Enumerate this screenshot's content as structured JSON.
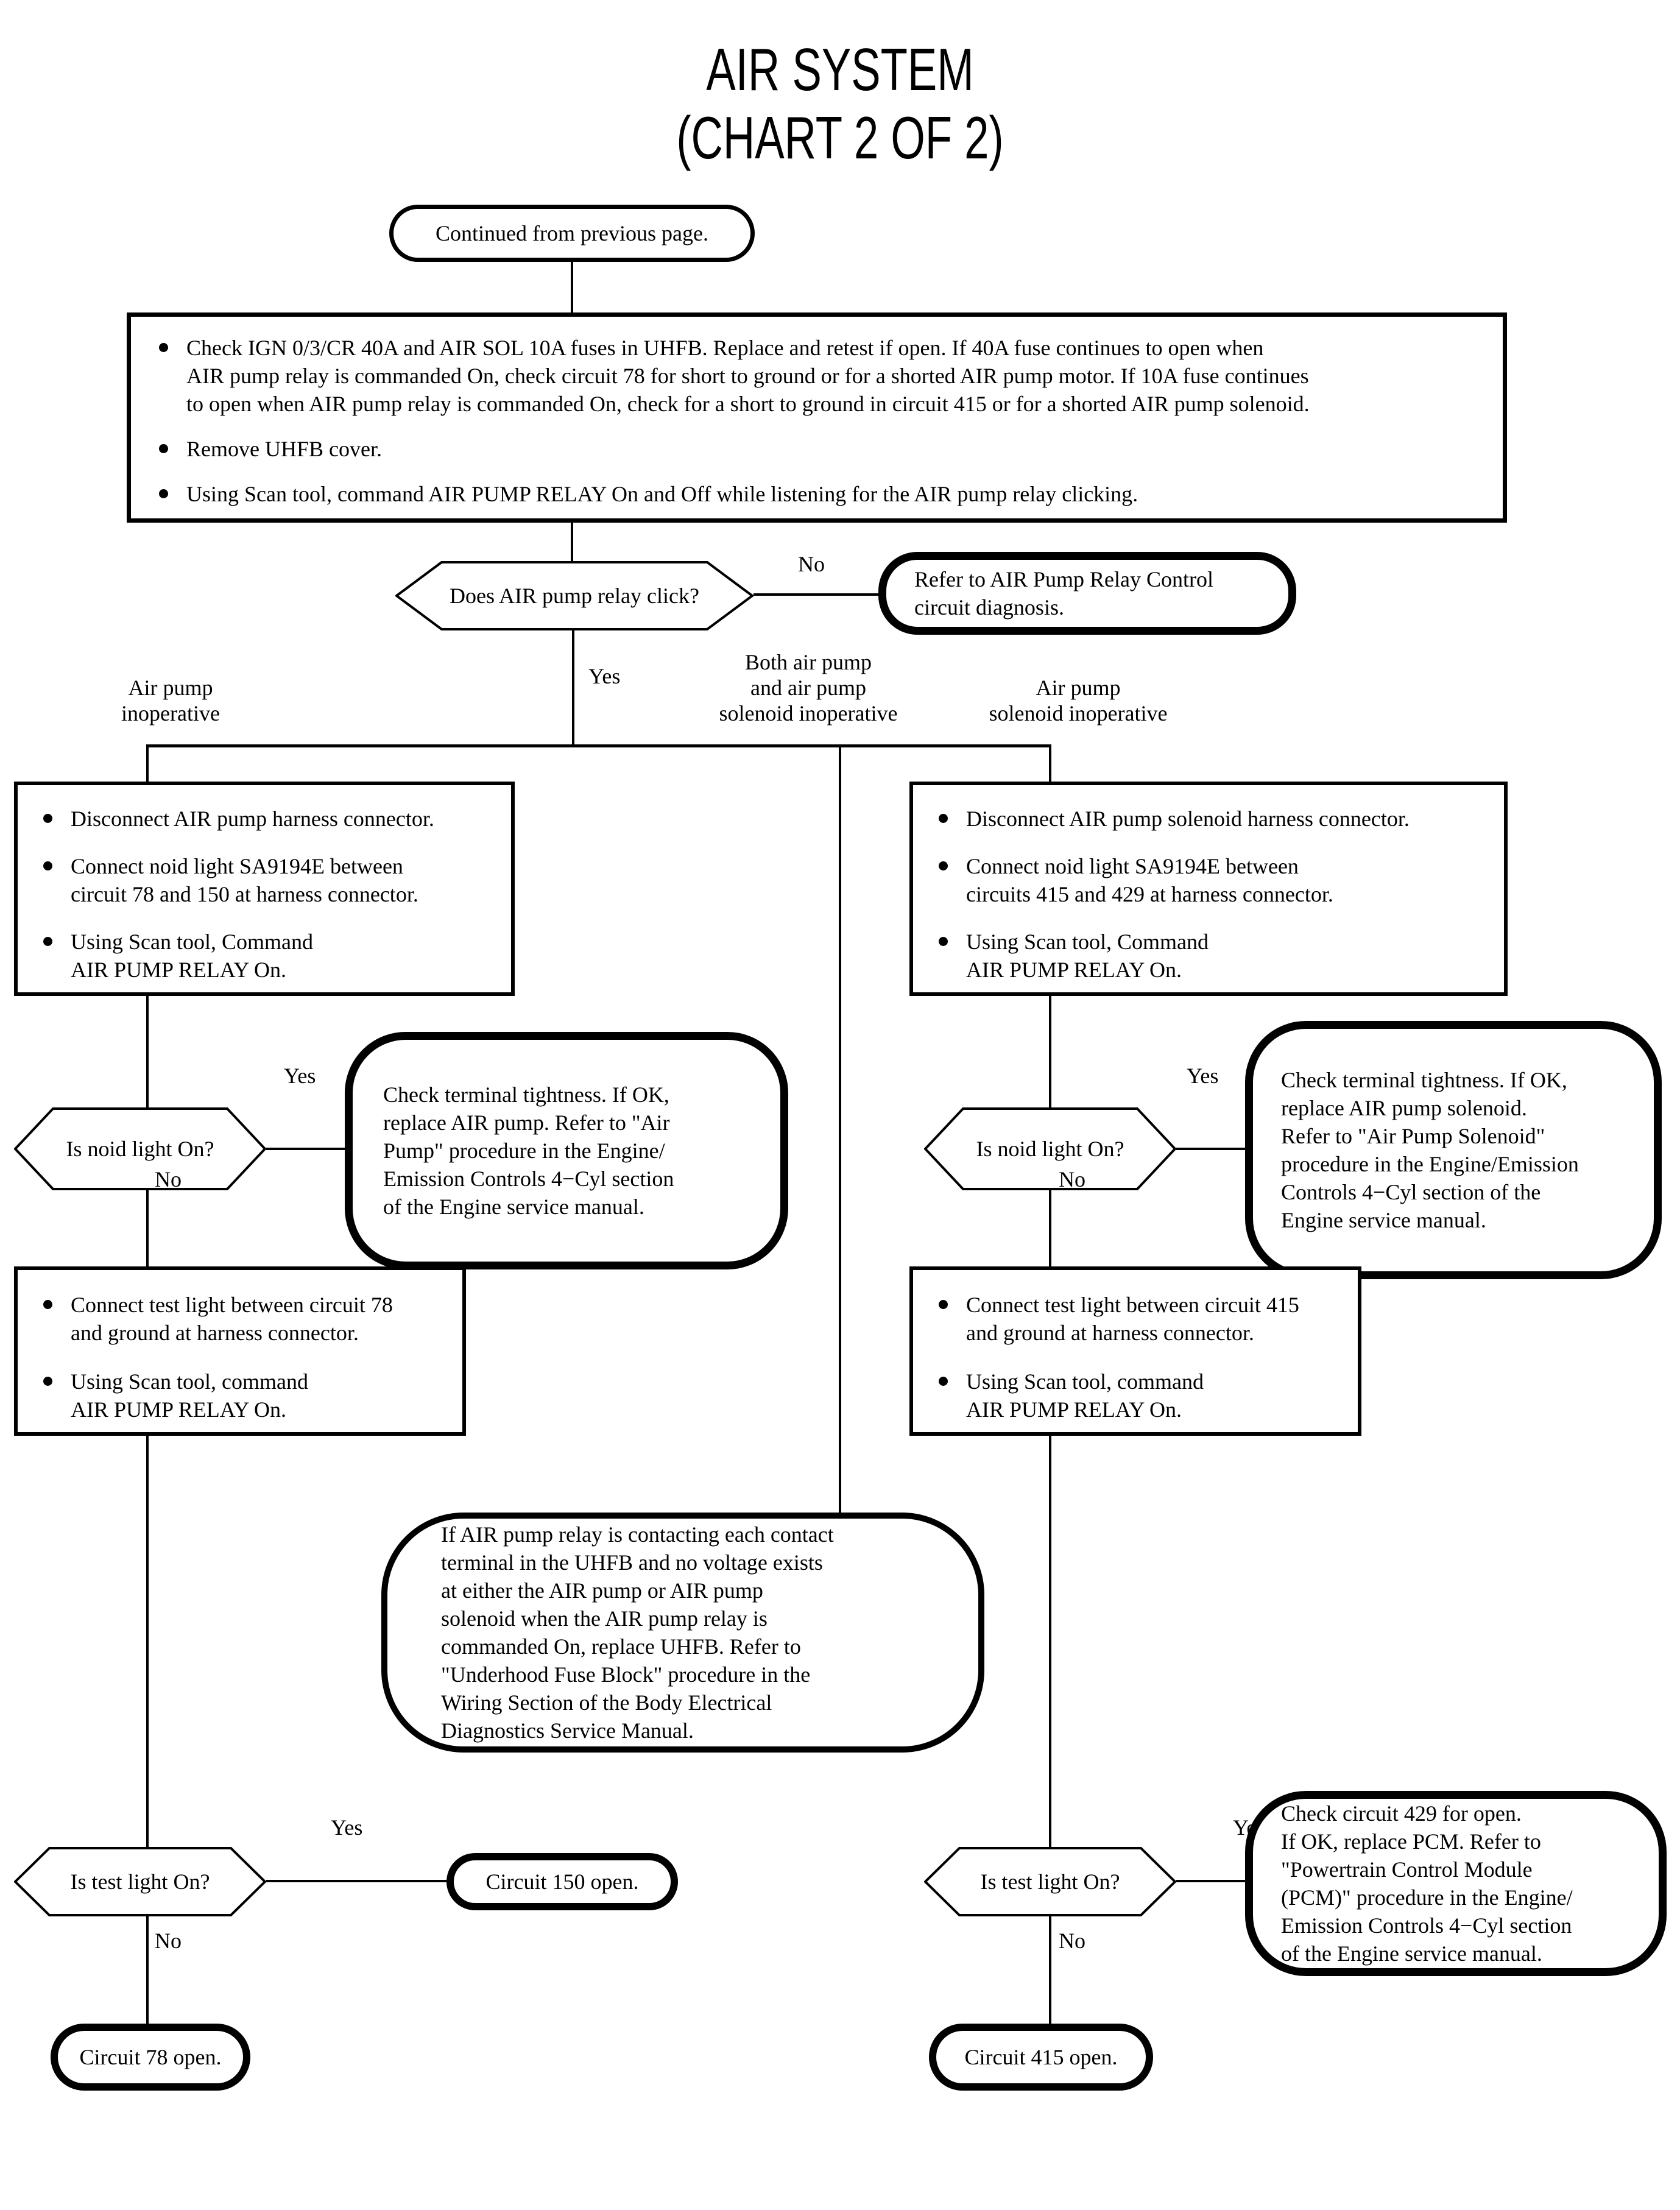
{
  "title": "AIR SYSTEM\n(CHART 2 OF 2)",
  "labels": {
    "yes": "Yes",
    "no": "No"
  },
  "start": "Continued from previous page.",
  "step1": {
    "bullets": [
      "Check IGN 0/3/CR 40A and AIR SOL 10A fuses in UHFB. Replace and retest if open. If 40A fuse continues to open when\nAIR pump relay is commanded On, check circuit 78 for short to ground or for a shorted AIR pump motor. If 10A fuse continues\nto open when AIR pump relay is commanded On, check for a short to ground in circuit 415 or for a shorted AIR pump solenoid.",
      "Remove UHFB cover.",
      "Using Scan tool, command AIR PUMP RELAY On and Off while listening for the AIR pump relay clicking."
    ]
  },
  "relay_decision": "Does AIR pump relay click?",
  "relay_no_action": "Refer to AIR Pump Relay Control\ncircuit diagnosis.",
  "branch_labels": {
    "left": "Air pump\ninoperative",
    "middle": "Both air pump\nand air pump\nsolenoid inoperative",
    "right": "Air pump\nsolenoid inoperative"
  },
  "left_branch": {
    "setup_bullets": [
      "Disconnect AIR pump harness connector.",
      "Connect noid light SA9194E between\ncircuit 78 and 150 at harness connector.",
      "Using Scan tool, Command\nAIR PUMP RELAY On."
    ],
    "noid_decision": "Is noid light On?",
    "noid_yes_action": "Check terminal tightness. If OK,\nreplace AIR pump. Refer to \"Air\nPump\" procedure in the Engine/\nEmission Controls 4−Cyl section\nof the Engine service manual.",
    "test_bullets": [
      "Connect test light between circuit 78\nand ground at harness connector.",
      "Using Scan tool, command\nAIR PUMP RELAY On."
    ],
    "test_decision": "Is test light On?",
    "test_yes_action": "Circuit 150 open.",
    "test_no_action": "Circuit 78 open."
  },
  "right_branch": {
    "setup_bullets": [
      "Disconnect AIR pump solenoid harness connector.",
      "Connect noid light SA9194E between\ncircuits 415 and 429 at harness connector.",
      "Using Scan tool, Command\nAIR PUMP RELAY On."
    ],
    "noid_decision": "Is noid light On?",
    "noid_yes_action": "Check terminal tightness. If OK,\nreplace AIR pump solenoid.\nRefer to \"Air Pump Solenoid\"\nprocedure in the Engine/Emission\nControls 4−Cyl section of the\nEngine service manual.",
    "test_bullets": [
      "Connect test light between circuit 415\nand ground at harness connector.",
      "Using Scan tool, command\nAIR PUMP RELAY On."
    ],
    "test_decision": "Is test light On?",
    "test_yes_action": "Check circuit 429 for open.\nIf OK, replace PCM. Refer to\n\"Powertrain Control Module\n(PCM)\" procedure in the Engine/\nEmission Controls 4−Cyl section\nof the Engine service manual.",
    "test_no_action": "Circuit 415 open."
  },
  "middle_note": "If AIR pump relay is contacting each contact\nterminal in the UHFB and no voltage exists\nat either the AIR pump or AIR pump\nsolenoid when the AIR pump relay is\ncommanded On, replace UHFB. Refer to\n\"Underhood Fuse Block\" procedure in the\nWiring Section of the Body Electrical\nDiagnostics Service Manual."
}
